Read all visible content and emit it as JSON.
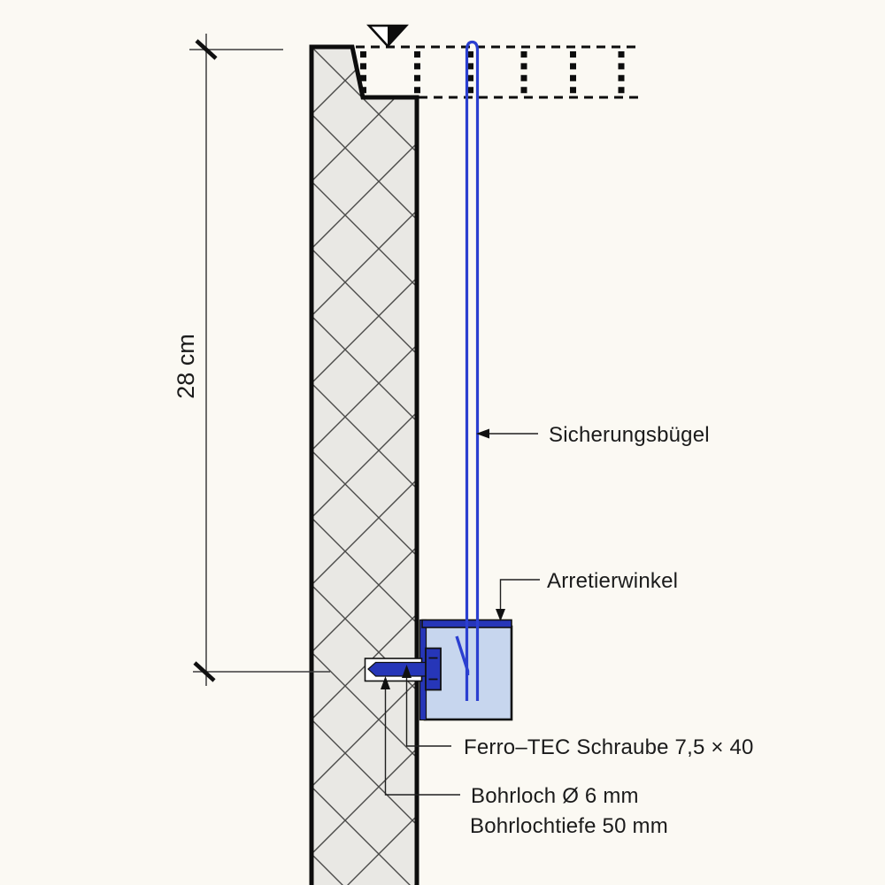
{
  "diagram": {
    "type": "technical-section-drawing",
    "language": "de",
    "labels": {
      "dimension_height": "28 cm",
      "sicherungsbuegel": "Sicherungsbügel",
      "arretierwinkel": "Arretierwinkel",
      "schraube": "Ferro–TEC Schraube 7,5 × 40",
      "bohrloch": "Bohrloch Ø 6 mm",
      "bohrlochtiefe": "Bohrlochtiefe 50 mm"
    },
    "icons": {
      "level_triangle": "level-triangle-icon",
      "dimension_ticks": "dimension-tick-icon"
    },
    "colors": {
      "background": "#fbf9f3",
      "wall_fill": "#e9e8e4",
      "hatch_line": "#4a4a48",
      "outline_black": "#0d0d0d",
      "bracket_light_blue": "#c7d6ee",
      "hardware_dark_blue": "#2636b8",
      "buegel_blue": "#2b3fd0",
      "drill_hole_white": "#ffffff"
    }
  }
}
